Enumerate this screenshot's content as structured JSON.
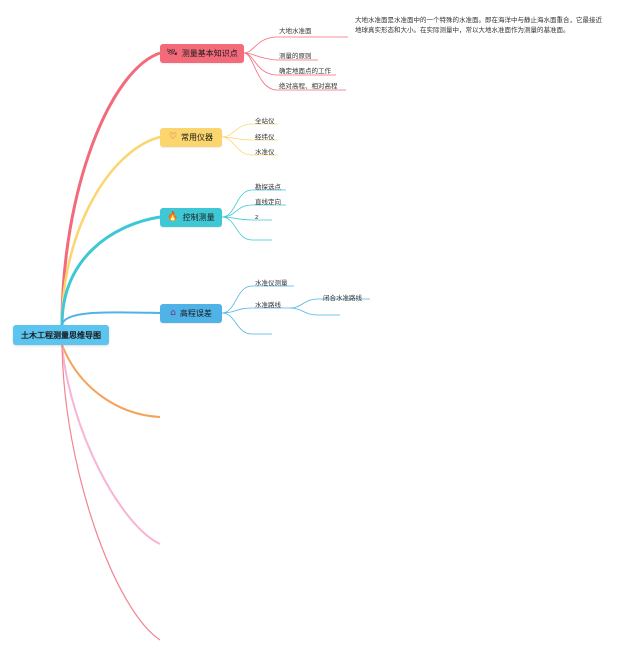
{
  "root": {
    "label": "土木工程测量思维导图"
  },
  "topics": [
    {
      "label": "测量基本知识点",
      "icon": "satellite-icon",
      "glyph": "🛰",
      "color": "#f36a7a",
      "children": [
        {
          "label": "大地水准面",
          "note": "大地水准面是水准面中的一个特殊的水准面。即在海洋中与静止海水面重合，它最接近地球真实形态和大小。在实际测量中，常以大地水准面作为测量的基准面。"
        },
        {
          "label": "测量的原则"
        },
        {
          "label": "确定地面点的工作"
        },
        {
          "label": "绝对高程、相对高程"
        }
      ]
    },
    {
      "label": "常用仪器",
      "icon": "heart-icon",
      "glyph": "♡",
      "color": "#fbd66e",
      "children": [
        {
          "label": "全站仪"
        },
        {
          "label": "经纬仪"
        },
        {
          "label": "水准仪"
        }
      ]
    },
    {
      "label": "控制测量",
      "icon": "fire-icon",
      "glyph": "🔥",
      "color": "#3ec8d6",
      "children": [
        {
          "label": "勘探选点"
        },
        {
          "label": "直线定向"
        },
        {
          "label": "z"
        },
        {
          "label": ""
        }
      ]
    },
    {
      "label": "高程误差",
      "icon": "home-icon",
      "glyph": "⌂",
      "color": "#4fb3e8",
      "children": [
        {
          "label": "水准仪测量"
        },
        {
          "label": "水准路线",
          "children": [
            {
              "label": "闭合水准路线"
            }
          ]
        },
        {
          "label": ""
        }
      ]
    }
  ],
  "extra_branch_colors": [
    "#f4a35b",
    "#f7b4d4",
    "#f2858f"
  ]
}
